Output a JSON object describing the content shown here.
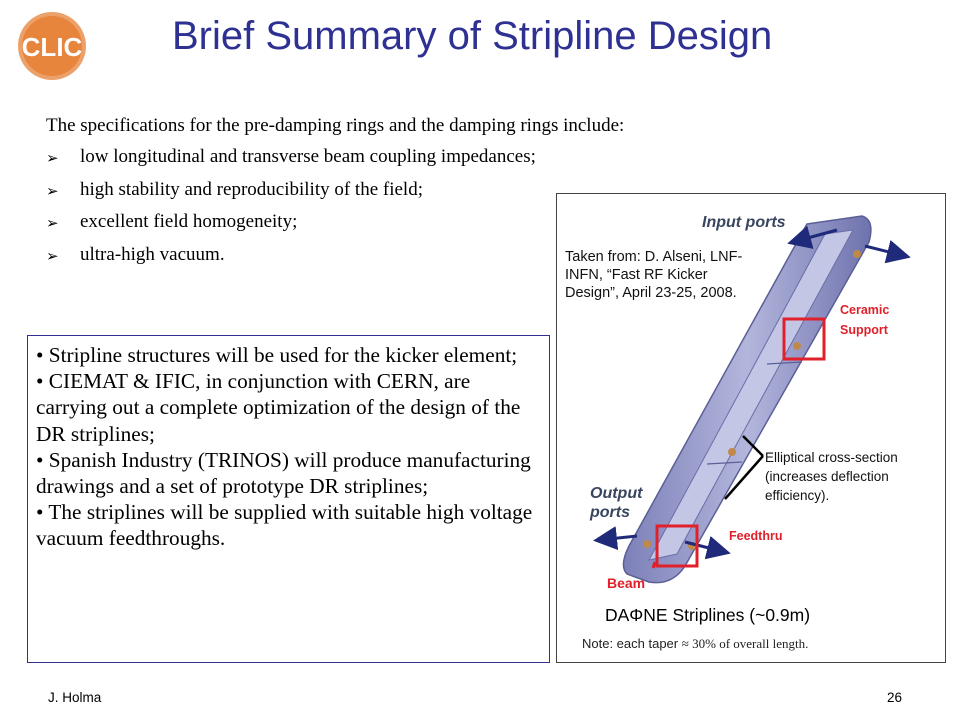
{
  "logo": {
    "text": "CLIC",
    "color": "#e8853c"
  },
  "title": "Brief Summary of Stripline Design",
  "intro": "The specifications for the pre-damping rings and the damping rings include:",
  "spec_items": [
    "low longitudinal and transverse beam coupling impedances;",
    "high stability and reproducibility of the field;",
    "excellent field homogeneity;",
    "ultra-high vacuum."
  ],
  "info_box": {
    "items": [
      "• Stripline structures will be used for the kicker element;",
      "• CIEMAT & IFIC, in conjunction with CERN, are carrying out a complete optimization of the design of the DR striplines;",
      "• Spanish Industry (TRINOS) will produce manufacturing drawings and a set of prototype DR striplines;",
      "• The striplines will be supplied with suitable high voltage vacuum feedthroughs."
    ]
  },
  "figure": {
    "credit": "Taken from: D. Alseni, LNF-INFN, “Fast RF Kicker Design”, April 23-25, 2008.",
    "input_ports": "Input ports",
    "output_ports": "Output\nports",
    "ceramic_support": "Ceramic\nSupport",
    "feedthru": "Feedthru",
    "beam": "Beam",
    "elliptical": "Elliptical cross-section (increases deflection efficiency).",
    "caption": "DAΦNE Striplines (~0.9m)",
    "note_prefix": "Note: each taper ",
    "note_suffix": "≈ 30% of overall length.",
    "colors": {
      "highlight": "#e0202a",
      "body": "#8f93c4",
      "arrow": "#1f2a7a"
    }
  },
  "footer": {
    "author": "J. Holma",
    "page": "26"
  }
}
